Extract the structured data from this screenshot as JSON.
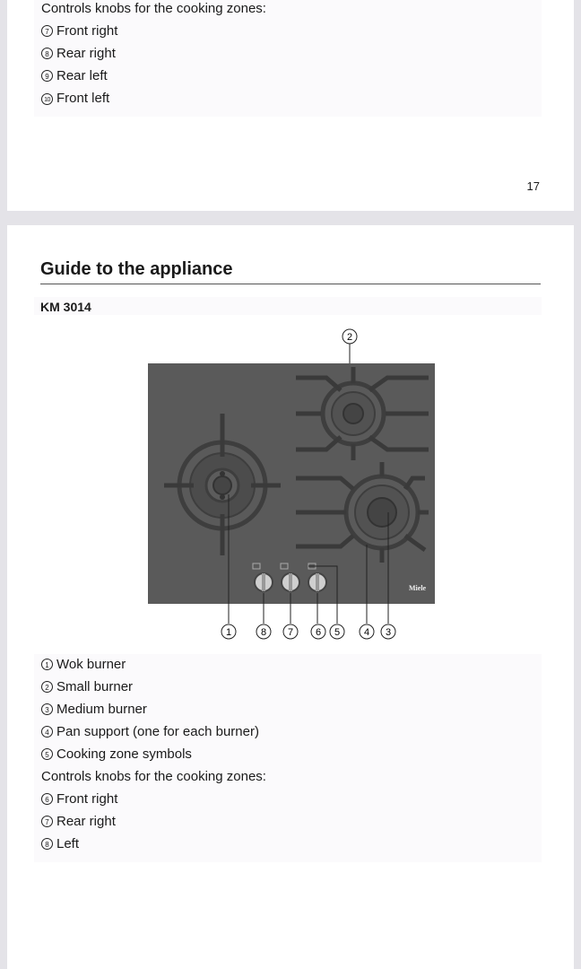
{
  "top_page": {
    "controls_heading": "Controls knobs for the cooking zones:",
    "items": [
      {
        "num": "7",
        "label": "Front right"
      },
      {
        "num": "8",
        "label": "Rear right"
      },
      {
        "num": "9",
        "label": "Rear left"
      },
      {
        "num": "10",
        "label": "Front left"
      }
    ],
    "page_number": "17"
  },
  "bottom_page": {
    "title": "Guide to the appliance",
    "model": "KM 3014",
    "diagram": {
      "brand": "Miele",
      "callouts": [
        "1",
        "2",
        "3",
        "4",
        "5",
        "6",
        "7",
        "8"
      ]
    },
    "items": [
      {
        "num": "1",
        "label": "Wok burner"
      },
      {
        "num": "2",
        "label": "Small burner"
      },
      {
        "num": "3",
        "label": "Medium burner"
      },
      {
        "num": "4",
        "label": "Pan support (one for each burner)"
      },
      {
        "num": "5",
        "label": "Cooking zone symbols"
      }
    ],
    "controls_heading": "Controls knobs for the cooking zones:",
    "control_items": [
      {
        "num": "6",
        "label": "Front right"
      },
      {
        "num": "7",
        "label": "Rear right"
      },
      {
        "num": "8",
        "label": "Left"
      }
    ]
  }
}
